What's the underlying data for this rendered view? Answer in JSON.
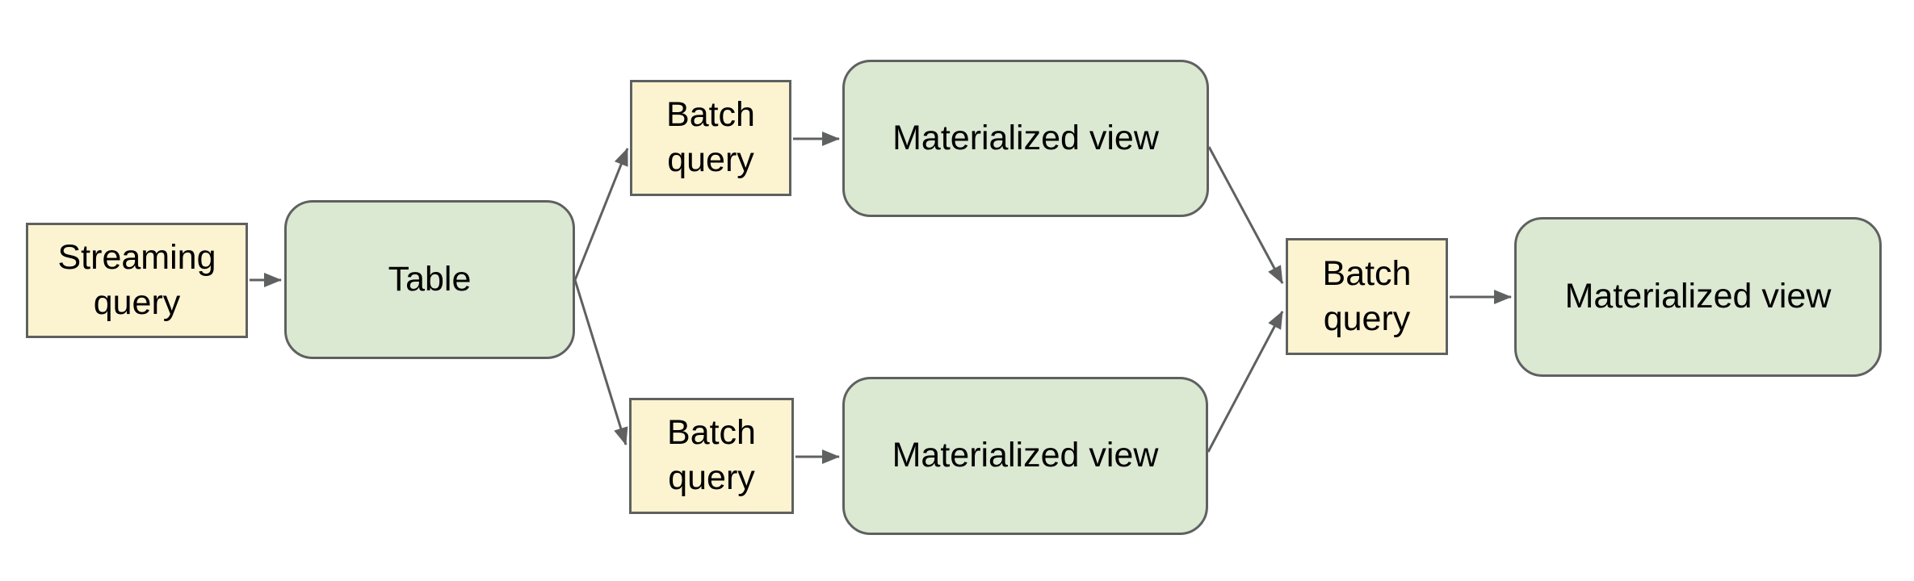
{
  "colors": {
    "background": "#ffffff",
    "query_fill": "#fcf3d1",
    "view_fill": "#dbe8d2",
    "node_border": "#5f6060",
    "connector": "#5f6060",
    "text": "#000000"
  },
  "nodes": [
    {
      "id": "streaming-query",
      "label": "Streaming query",
      "kind": "query"
    },
    {
      "id": "table",
      "label": "Table",
      "kind": "view"
    },
    {
      "id": "batch-query-top",
      "label": "Batch query",
      "kind": "query"
    },
    {
      "id": "materialized-view-top",
      "label": "Materialized view",
      "kind": "view"
    },
    {
      "id": "batch-query-bottom",
      "label": "Batch query",
      "kind": "query"
    },
    {
      "id": "materialized-view-bottom",
      "label": "Materialized view",
      "kind": "view"
    },
    {
      "id": "batch-query-merge",
      "label": "Batch query",
      "kind": "query"
    },
    {
      "id": "materialized-view-final",
      "label": "Materialized view",
      "kind": "view"
    }
  ],
  "edges": [
    {
      "from": "streaming-query",
      "to": "table"
    },
    {
      "from": "table",
      "to": "batch-query-top"
    },
    {
      "from": "table",
      "to": "batch-query-bottom"
    },
    {
      "from": "batch-query-top",
      "to": "materialized-view-top"
    },
    {
      "from": "batch-query-bottom",
      "to": "materialized-view-bottom"
    },
    {
      "from": "materialized-view-top",
      "to": "batch-query-merge"
    },
    {
      "from": "materialized-view-bottom",
      "to": "batch-query-merge"
    },
    {
      "from": "batch-query-merge",
      "to": "materialized-view-final"
    }
  ]
}
